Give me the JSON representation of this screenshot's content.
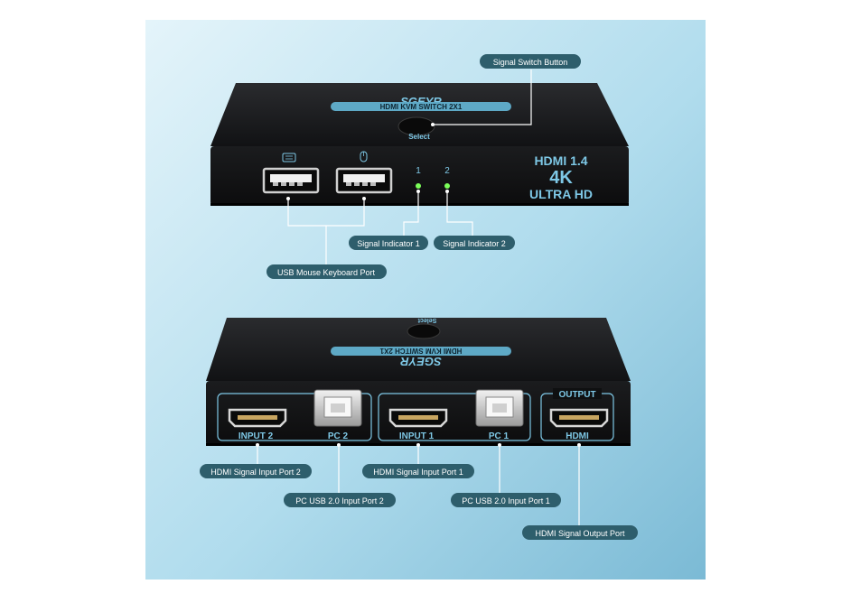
{
  "product": {
    "brand": "SGEYR",
    "model": "HDMI  KVM SWITCH 2X1",
    "select_label": "Select",
    "spec_line1": "HDMI 1.4",
    "spec_line2": "4K",
    "spec_line3": "ULTRA HD",
    "indicator_1": "1",
    "indicator_2": "2"
  },
  "back_panel": {
    "input2": "INPUT 2",
    "pc2": "PC 2",
    "input1": "INPUT 1",
    "pc1": "PC 1",
    "output": "OUTPUT",
    "hdmi": "HDMI"
  },
  "callouts": {
    "signal_switch_button": "Signal Switch Button",
    "signal_indicator_1": "Signal Indicator 1",
    "signal_indicator_2": "Signal Indicator 2",
    "usb_mouse_keyboard_port": "USB Mouse Keyboard Port",
    "hdmi_signal_input_port_2": "HDMI Signal Input Port 2",
    "pc_usb_input_port_2": "PC USB 2.0 Input Port 2",
    "hdmi_signal_input_port_1": "HDMI Signal Input Port 1",
    "pc_usb_input_port_1": "PC USB 2.0 Input Port 1",
    "hdmi_signal_output_port": "HDMI Signal Output Port"
  },
  "colors": {
    "bg_light": "#d6eef6",
    "bg_dark": "#84c3dc",
    "device_body": "#1c1d1f",
    "label_fill": "#2e5e6c",
    "accent_blue": "#7ec8e6",
    "led_green": "#7cff5a"
  }
}
